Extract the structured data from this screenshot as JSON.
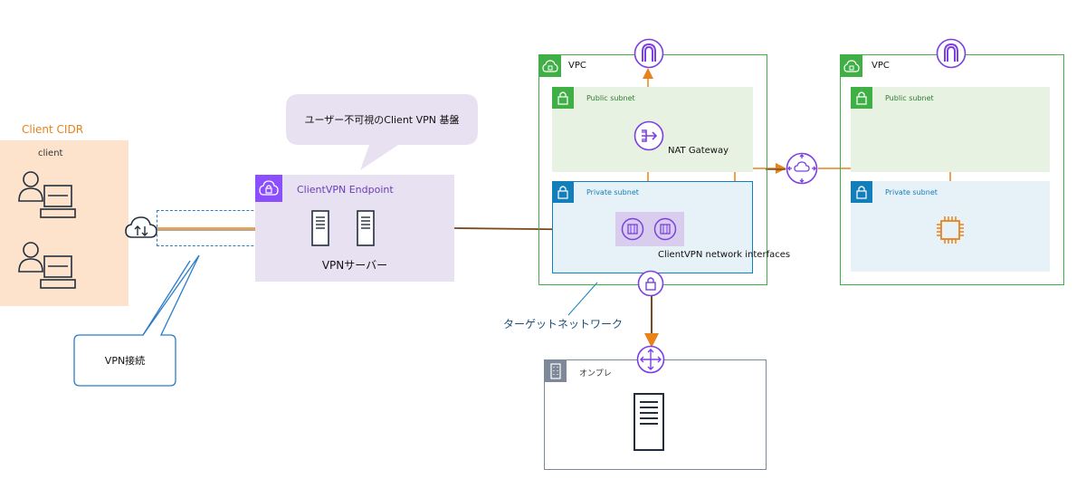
{
  "client_area": {
    "title": "Client CIDR",
    "group_label": "client"
  },
  "bubble_top": {
    "text": "ユーザー不可視のClient VPN 基盤"
  },
  "endpoint": {
    "label": "ClientVPN Endpoint",
    "server_label": "VPNサーバー"
  },
  "bubble_vpn": {
    "text": "VPN接続"
  },
  "vpc1": {
    "label": "VPC",
    "public_subnet": "Public subnet",
    "nat_label": "NAT Gateway",
    "private_subnet": "Private subnet",
    "eni_label": "ClientVPN network interfaces"
  },
  "target_network": {
    "text": "ターゲットネットワーク"
  },
  "vpc2": {
    "label": "VPC",
    "public_subnet": "Public subnet",
    "private_subnet": "Private subnet"
  },
  "onprem": {
    "label": "オンプレ"
  },
  "colors": {
    "orange": "#E8821A",
    "line_brown": "#7A4A1E",
    "vpc_green": "#3FAF46",
    "public_fill": "#E8F2E3",
    "private_fill": "#E6F1F8",
    "private_blue": "#147EBA",
    "endpoint_fill": "#E8E1F1",
    "endpoint_icon": "#8C4FFF",
    "purple": "#7B3FE4",
    "client_fill": "#FDE3CC",
    "gray": "#7D8998"
  },
  "icons": [
    "user-icon",
    "laptop-icon",
    "cloud-upload-download-icon",
    "server-icon",
    "vpc-cloud-lock-icon",
    "lock-icon",
    "nat-gateway-icon",
    "network-interface-icon",
    "internet-gateway-icon",
    "transit-router-icon",
    "ec2-instance-icon",
    "vpn-gateway-icon",
    "direct-connect-icon",
    "corporate-building-icon"
  ]
}
